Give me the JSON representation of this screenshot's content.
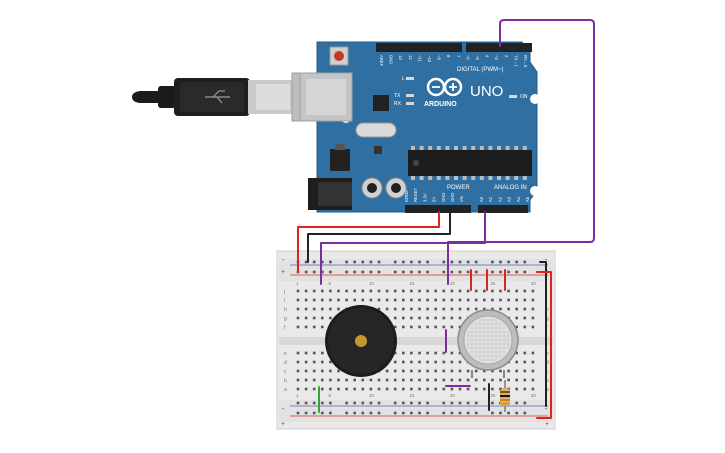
{
  "board": {
    "brand": "ARDUINO",
    "model": "UNO",
    "digital_label": "DIGITAL (PWM~)",
    "analog_label": "ANALOG IN",
    "power_label": "POWER",
    "on_label": "ON",
    "led_l": "L",
    "led_tx": "TX",
    "led_rx": "RX",
    "digital_pins": [
      "AREF",
      "GND",
      "13",
      "12",
      "~11",
      "~10",
      "~9",
      "8",
      "7",
      "~6",
      "~5",
      "4",
      "~3",
      "2",
      "TX→1",
      "RX←0"
    ],
    "power_pins": [
      "IOREF",
      "RESET",
      "3.3V",
      "5V",
      "GND",
      "GND",
      "Vin"
    ],
    "analog_pins": [
      "A0",
      "A1",
      "A2",
      "A3",
      "A4",
      "A5"
    ]
  },
  "breadboard": {
    "rail_minus": "-",
    "rail_plus": "+",
    "row_letters_top": [
      "j",
      "i",
      "h",
      "g",
      "f"
    ],
    "row_letters_bottom": [
      "e",
      "d",
      "c",
      "b",
      "a"
    ],
    "col_numbers": [
      "1",
      "5",
      "10",
      "15",
      "20",
      "25",
      "30"
    ]
  },
  "colors": {
    "board": "#2f6fa1",
    "wire_red": "#e0241b",
    "wire_black": "#222222",
    "wire_purple": "#7b2f9e",
    "wire_green": "#3aa233",
    "breadboard": "#e9e9e9"
  }
}
